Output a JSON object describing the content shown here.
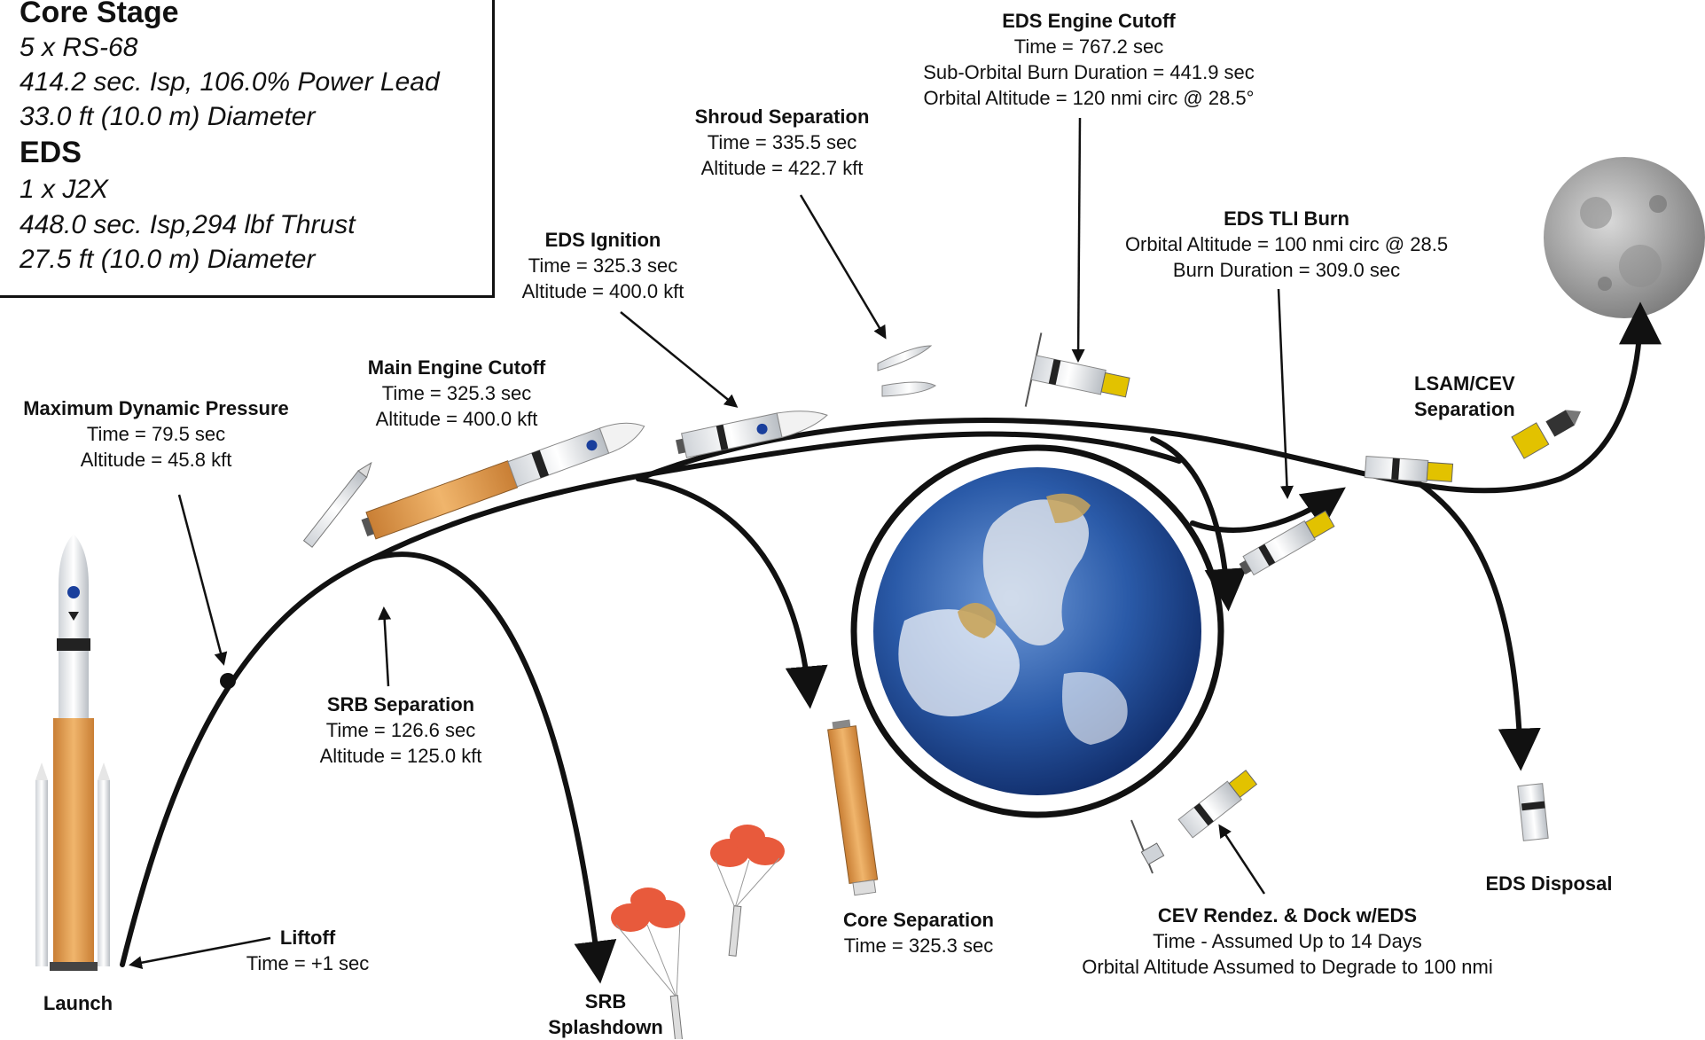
{
  "spec_box": {
    "core_title": "Core Stage",
    "core_lines": [
      "5 x RS-68",
      "414.2 sec. Isp, 106.0% Power Lead",
      "33.0 ft (10.0 m) Diameter"
    ],
    "eds_title": "EDS",
    "eds_lines": [
      "1 x J2X",
      "448.0 sec. Isp,294 lbf Thrust",
      "27.5 ft (10.0 m) Diameter"
    ]
  },
  "events": {
    "launch": {
      "title": "Launch"
    },
    "liftoff": {
      "title": "Liftoff",
      "lines": [
        "Time = +1 sec"
      ]
    },
    "max_q": {
      "title": "Maximum Dynamic Pressure",
      "lines": [
        "Time = 79.5 sec",
        "Altitude = 45.8 kft"
      ]
    },
    "srb_sep": {
      "title": "SRB Separation",
      "lines": [
        "Time = 126.6 sec",
        "Altitude = 125.0 kft"
      ]
    },
    "srb_splash": {
      "title_lines": [
        "SRB",
        "Splashdown"
      ]
    },
    "meco": {
      "title": "Main Engine Cutoff",
      "lines": [
        "Time = 325.3 sec",
        "Altitude = 400.0 kft"
      ]
    },
    "eds_ignition": {
      "title": "EDS Ignition",
      "lines": [
        "Time = 325.3 sec",
        "Altitude = 400.0 kft"
      ]
    },
    "shroud_sep": {
      "title": "Shroud Separation",
      "lines": [
        "Time = 335.5 sec",
        "Altitude = 422.7 kft"
      ]
    },
    "eds_cutoff": {
      "title": "EDS Engine Cutoff",
      "lines": [
        "Time = 767.2 sec",
        "Sub-Orbital Burn Duration = 441.9 sec",
        "Orbital Altitude = 120 nmi circ @ 28.5°"
      ]
    },
    "eds_tli": {
      "title": "EDS TLI Burn",
      "lines": [
        "Orbital Altitude = 100 nmi circ @ 28.5",
        "Burn Duration = 309.0 sec"
      ]
    },
    "lsam_cev": {
      "title_lines": [
        "LSAM/CEV",
        "Separation"
      ]
    },
    "core_sep": {
      "title": "Core Separation",
      "lines": [
        "Time = 325.3 sec"
      ]
    },
    "cev_rendez": {
      "title": "CEV Rendez. & Dock w/EDS",
      "lines": [
        "Time - Assumed Up to 14 Days",
        "Orbital Altitude Assumed to Degrade to 100 nmi"
      ]
    },
    "eds_disposal": {
      "title": "EDS Disposal"
    }
  },
  "colors": {
    "orange": "#e8a14e",
    "parachute": "#e85a3c",
    "track": "#111111",
    "ocean": "#2a5aa8",
    "moon": "#a6a6a6"
  }
}
